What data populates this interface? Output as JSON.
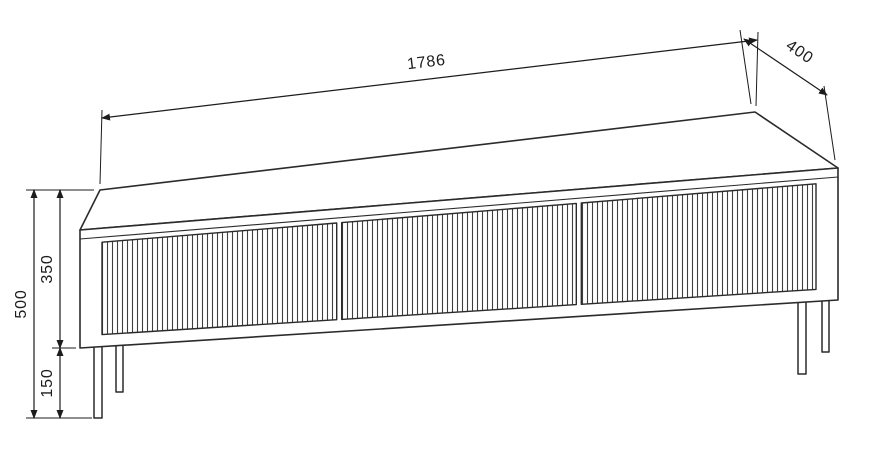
{
  "drawing": {
    "kind": "furniture-dimension-diagram",
    "dimensions": {
      "width_label": "1786",
      "depth_label": "400",
      "total_height_label": "500",
      "body_height_label": "350",
      "leg_height_label": "150"
    },
    "colors": {
      "background": "#ffffff",
      "line": "#2b2b2b",
      "dimension_line": "#1c1c1c",
      "text": "#1c1c1c"
    }
  }
}
